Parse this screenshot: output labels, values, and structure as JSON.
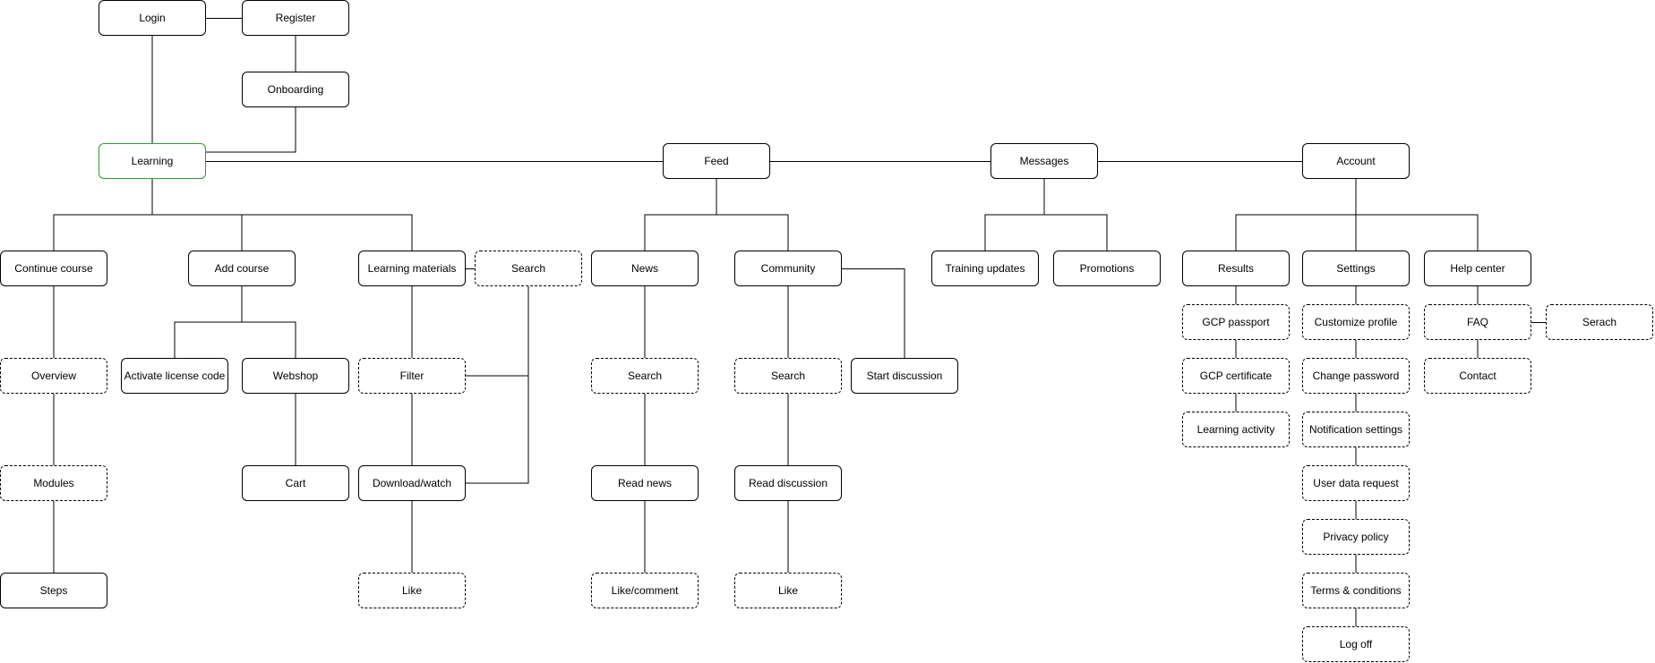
{
  "nodes": {
    "login": "Login",
    "register": "Register",
    "onboarding": "Onboarding",
    "learning": "Learning",
    "feed": "Feed",
    "messages": "Messages",
    "account": "Account",
    "continue_course": "Continue course",
    "add_course": "Add course",
    "learning_materials": "Learning materials",
    "lm_search": "Search",
    "news": "News",
    "community": "Community",
    "training_updates": "Training updates",
    "promotions": "Promotions",
    "results": "Results",
    "settings": "Settings",
    "help_center": "Help center",
    "overview": "Overview",
    "modules": "Modules",
    "steps": "Steps",
    "activate_license_code": "Activate license code",
    "webshop": "Webshop",
    "cart": "Cart",
    "filter": "Filter",
    "download_watch": "Download/watch",
    "lm_like": "Like",
    "news_search": "Search",
    "read_news": "Read news",
    "like_comment": "Like/comment",
    "community_search": "Search",
    "read_discussion": "Read discussion",
    "community_like": "Like",
    "start_discussion": "Start discussion",
    "gcp_passport": "GCP passport",
    "gcp_certificate": "GCP certificate",
    "learning_activity": "Learning activity",
    "customize_profile": "Customize profile",
    "change_password": "Change password",
    "notification_settings": "Notification settings",
    "user_data_request": "User data request",
    "privacy_policy": "Privacy policy",
    "terms_conditions": "Terms & conditions",
    "log_off": "Log off",
    "faq": "FAQ",
    "faq_search": "Serach",
    "contact": "Contact"
  },
  "colors": {
    "edge": "#000000",
    "highlight": "#2e9e2e"
  }
}
